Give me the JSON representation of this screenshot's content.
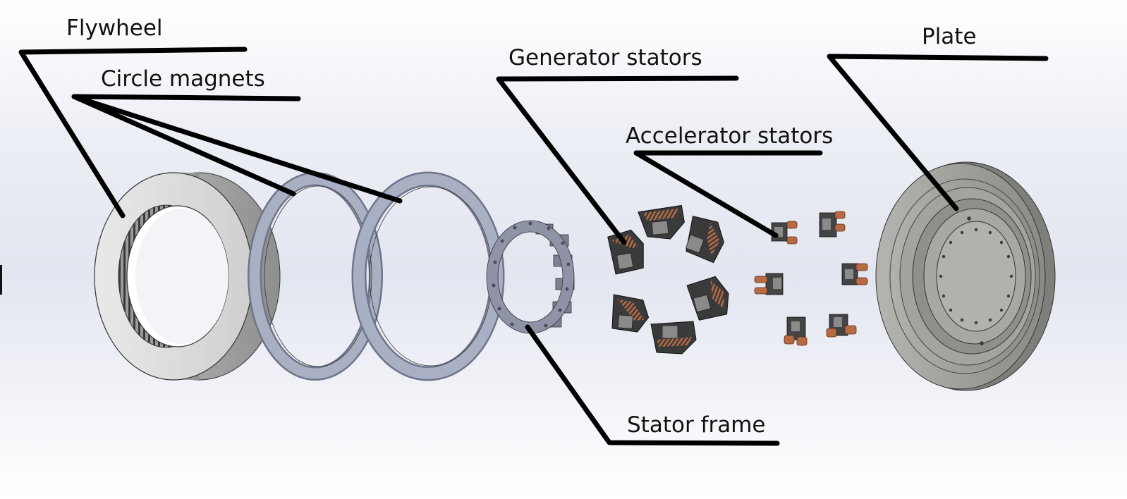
{
  "diagram": {
    "labels": {
      "flywheel": "Flywheel",
      "circle_magnets": "Circle magnets",
      "generator_stators": "Generator stators",
      "accelerator_stators": "Accelerator stators",
      "plate": "Plate",
      "stator_frame": "Stator frame"
    },
    "colors": {
      "leader_line": "#000000",
      "flywheel_body": "#d9d9d9",
      "magnet_ring": "#9aa0b4",
      "stator_core": "#555555",
      "copper_coil": "#b86a45",
      "plate_body": "#9a9a96"
    }
  }
}
